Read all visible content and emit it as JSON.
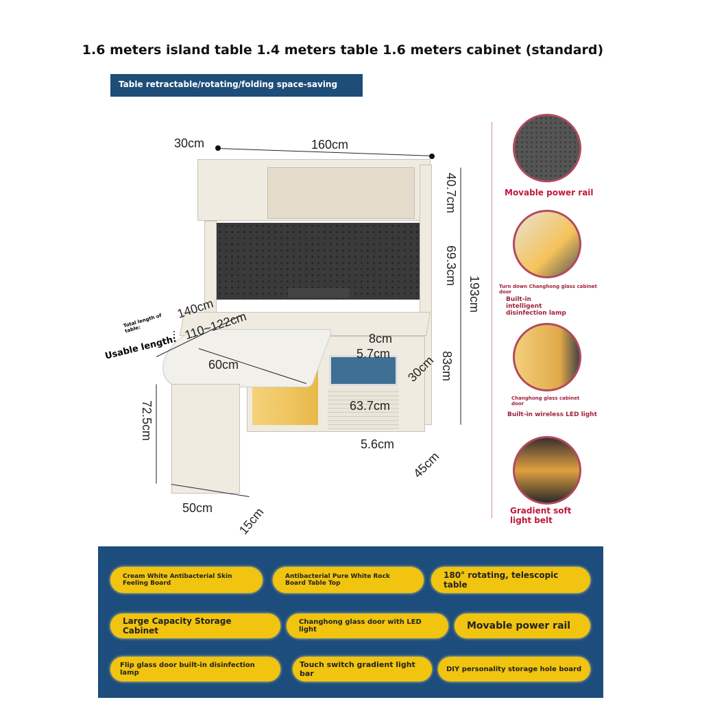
{
  "title": "1.6 meters island table 1.4 meters table 1.6 meters cabinet (standard)",
  "banner": "Table retractable/rotating/folding space-saving",
  "dimensions": {
    "d30": "30cm",
    "d160": "160cm",
    "d40_7": "40.7cm",
    "d69_3": "69.3cm",
    "d193": "193cm",
    "d140": "140cm",
    "d110": "110~122cm",
    "total_label": "Total length of table:",
    "usable_label": "Usable length:",
    "colon": ":",
    "d60": "60cm",
    "d8": "8cm",
    "d5_7": "5.7cm",
    "d30b": "30cm",
    "d83": "83cm",
    "d63_7": "63.7cm",
    "d5_6": "5.6cm",
    "d45": "45cm",
    "d72_5": "72.5cm",
    "d50": "50cm",
    "d15": "15cm"
  },
  "features": [
    {
      "small": "",
      "label": "Movable power rail"
    },
    {
      "small": "Turn down Changhong glass cabinet door",
      "label": "Built-in intelligent disinfection lamp"
    },
    {
      "small": "Changhong glass cabinet door",
      "label": "Built-in wireless LED light"
    },
    {
      "small": "",
      "label": "Gradient soft light belt"
    }
  ],
  "pills": [
    "Cream White Antibacterial Skin Feeling Board",
    "Antibacterial Pure White Rock Board Table Top",
    "180° rotating, telescopic table",
    "Large Capacity Storage Cabinet",
    "Changhong glass door with LED light",
    "Movable power rail",
    "Flip glass door built-in disinfection lamp",
    "Touch switch gradient light bar",
    "DIY personality storage hole board"
  ],
  "colors": {
    "banner": "#1e4d78",
    "panel": "#1d4d7c",
    "pill": "#f1c40f",
    "caption": "#c0183a"
  }
}
